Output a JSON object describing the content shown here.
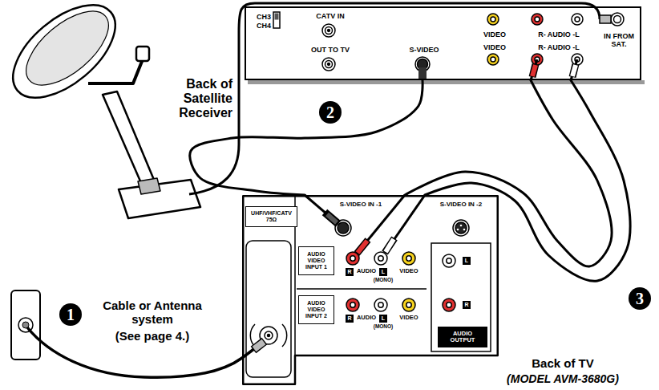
{
  "diagram": {
    "nodes": [
      {
        "text": [
          "CH3",
          "CH4",
          "CATV IN",
          "OUT TO TV",
          "S-VIDEO",
          "VIDEO",
          "R- AUDIO -L",
          "VIDEO",
          "R- AUDIO -L",
          "IN FROM SAT."
        ]
      },
      {
        "text": [
          "S-VIDEO IN -1",
          "S-VIDEO IN -2",
          "AUDIO",
          "VIDEO",
          "(MONO)",
          "AUDIO",
          "VIDEO",
          "(MONO)"
        ]
      },
      {
        "text": [
          "UHF/VHF/CATV 75Ω"
        ],
        "in": 1
      },
      {
        "text": [
          "AUDIO VIDEO INPUT 1"
        ],
        "in": 1
      },
      {
        "text": [
          "R"
        ],
        "in": 1
      },
      {
        "text": [
          "L"
        ],
        "in": 1
      },
      {
        "text": [
          "AUDIO VIDEO INPUT 2"
        ],
        "in": 1
      },
      {
        "text": [
          "R"
        ],
        "in": 1
      },
      {
        "text": [
          "L"
        ],
        "in": 1
      },
      {
        "text": [
          "L"
        ],
        "in": 1
      },
      {
        "text": [
          "R"
        ],
        "in": 1
      },
      {
        "text": [
          "AUDIO OUTPUT"
        ],
        "in": 1
      }
    ],
    "edges": [
      {
        "from": 0,
        "to": 1,
        "arrow": "none"
      },
      {
        "from": 0,
        "to": 1,
        "arrow": "none"
      },
      {
        "from": 0,
        "to": 1,
        "arrow": "none"
      }
    ],
    "labels": [
      "Back of Satellite Receiver",
      "2",
      "1",
      "Cable or Antenna system",
      "(See page 4.)",
      "3",
      "Back of TV",
      "(MODEL AVM-3680G)"
    ]
  }
}
